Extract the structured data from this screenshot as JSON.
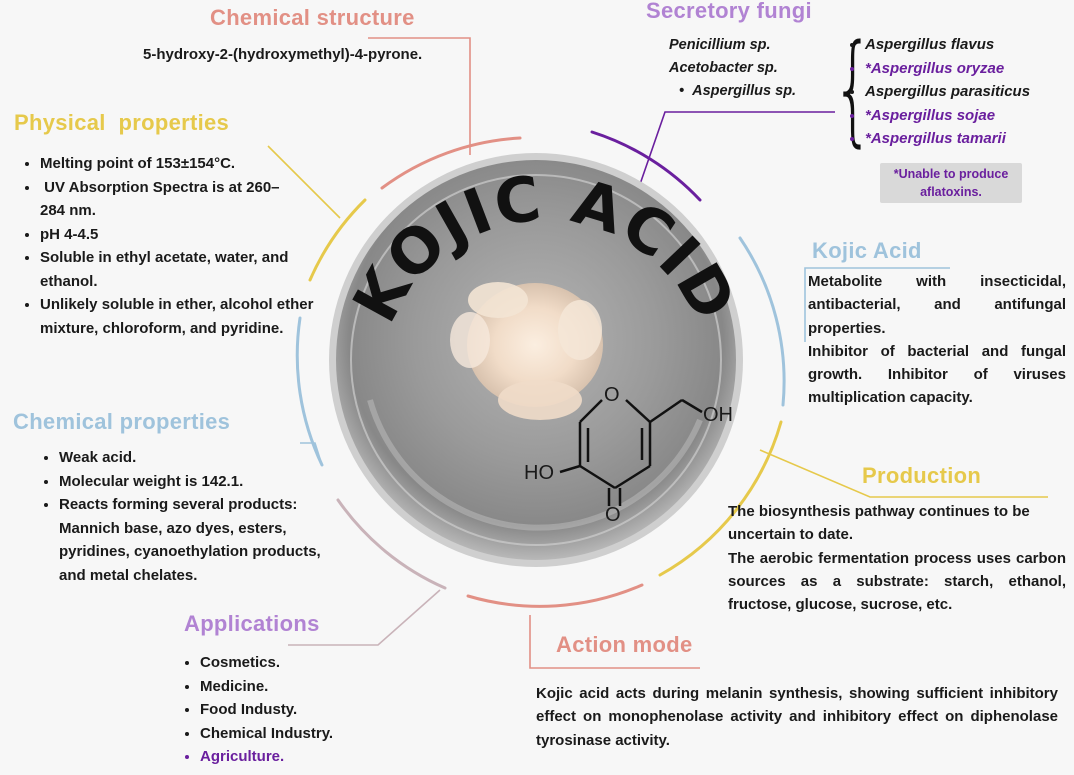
{
  "title": "KOJIC ACID",
  "colors": {
    "salmon": "#e29085",
    "purple": "#b183d3",
    "gold": "#e6c94b",
    "blue": "#9fc3dc",
    "deep_purple": "#6a1f9e"
  },
  "chemical_structure": {
    "heading": "Chemical structure",
    "text": "5-hydroxy-2-(hydroxymethyl)-4-pyrone."
  },
  "secretory_fungi": {
    "heading": "Secretory fungi",
    "left": [
      "Penicillium sp.",
      "Acetobacter sp.",
      "Aspergillus sp."
    ],
    "species": [
      {
        "name": "Aspergillus flavus",
        "marked": false
      },
      {
        "name": "*Aspergillus oryzae",
        "marked": true
      },
      {
        "name": "Aspergillus parasiticus",
        "marked": false
      },
      {
        "name": "*Aspergillus sojae",
        "marked": true
      },
      {
        "name": "*Aspergillus tamarii",
        "marked": true
      }
    ],
    "note_line1": "*Unable to produce",
    "note_line2": "aflatoxins."
  },
  "physical_properties": {
    "heading": "Physical  properties",
    "items": [
      "Melting point of 153±154°C.",
      " UV Absorption Spectra is at 260–284 nm.",
      "pH 4-4.5",
      "Soluble in ethyl acetate, water, and ethanol.",
      "Unlikely soluble in ether, alcohol ether mixture, chloroform, and pyridine."
    ]
  },
  "kojic_acid": {
    "heading": "Kojic Acid",
    "p1": "Metabolite with insecticidal, antibacterial, and antifungal properties.",
    "p2": "Inhibitor of bacterial and fungal growth. Inhibitor of viruses multiplication capacity."
  },
  "chemical_properties": {
    "heading": "Chemical properties",
    "items": [
      "Weak acid.",
      "Molecular weight is 142.1.",
      "Reacts forming several products: Mannich base, azo dyes, esters, pyridines, cyanoethylation products, and metal chelates."
    ]
  },
  "production": {
    "heading": "Production",
    "p1": "The biosynthesis pathway continues to be uncertain to date.",
    "p2": "The aerobic fermentation process uses carbon sources as a substrate: starch, ethanol, fructose, glucose, sucrose, etc."
  },
  "applications": {
    "heading": "Applications",
    "items": [
      {
        "label": "Cosmetics.",
        "highlight": false
      },
      {
        "label": "Medicine.",
        "highlight": false
      },
      {
        "label": "Food Industy.",
        "highlight": false
      },
      {
        "label": "Chemical Industry.",
        "highlight": false
      },
      {
        "label": "Agriculture.",
        "highlight": true
      }
    ]
  },
  "action_mode": {
    "heading": "Action mode",
    "text": "Kojic acid acts during melanin synthesis, showing sufficient inhibitory effect on monophenolase activity and inhibitory effect on diphenolase tyrosinase activity."
  },
  "molecule": {
    "atom_oh_top": "OH",
    "atom_ho_left": "HO",
    "atom_o_ring": "O",
    "atom_o_carbonyl": "O"
  }
}
